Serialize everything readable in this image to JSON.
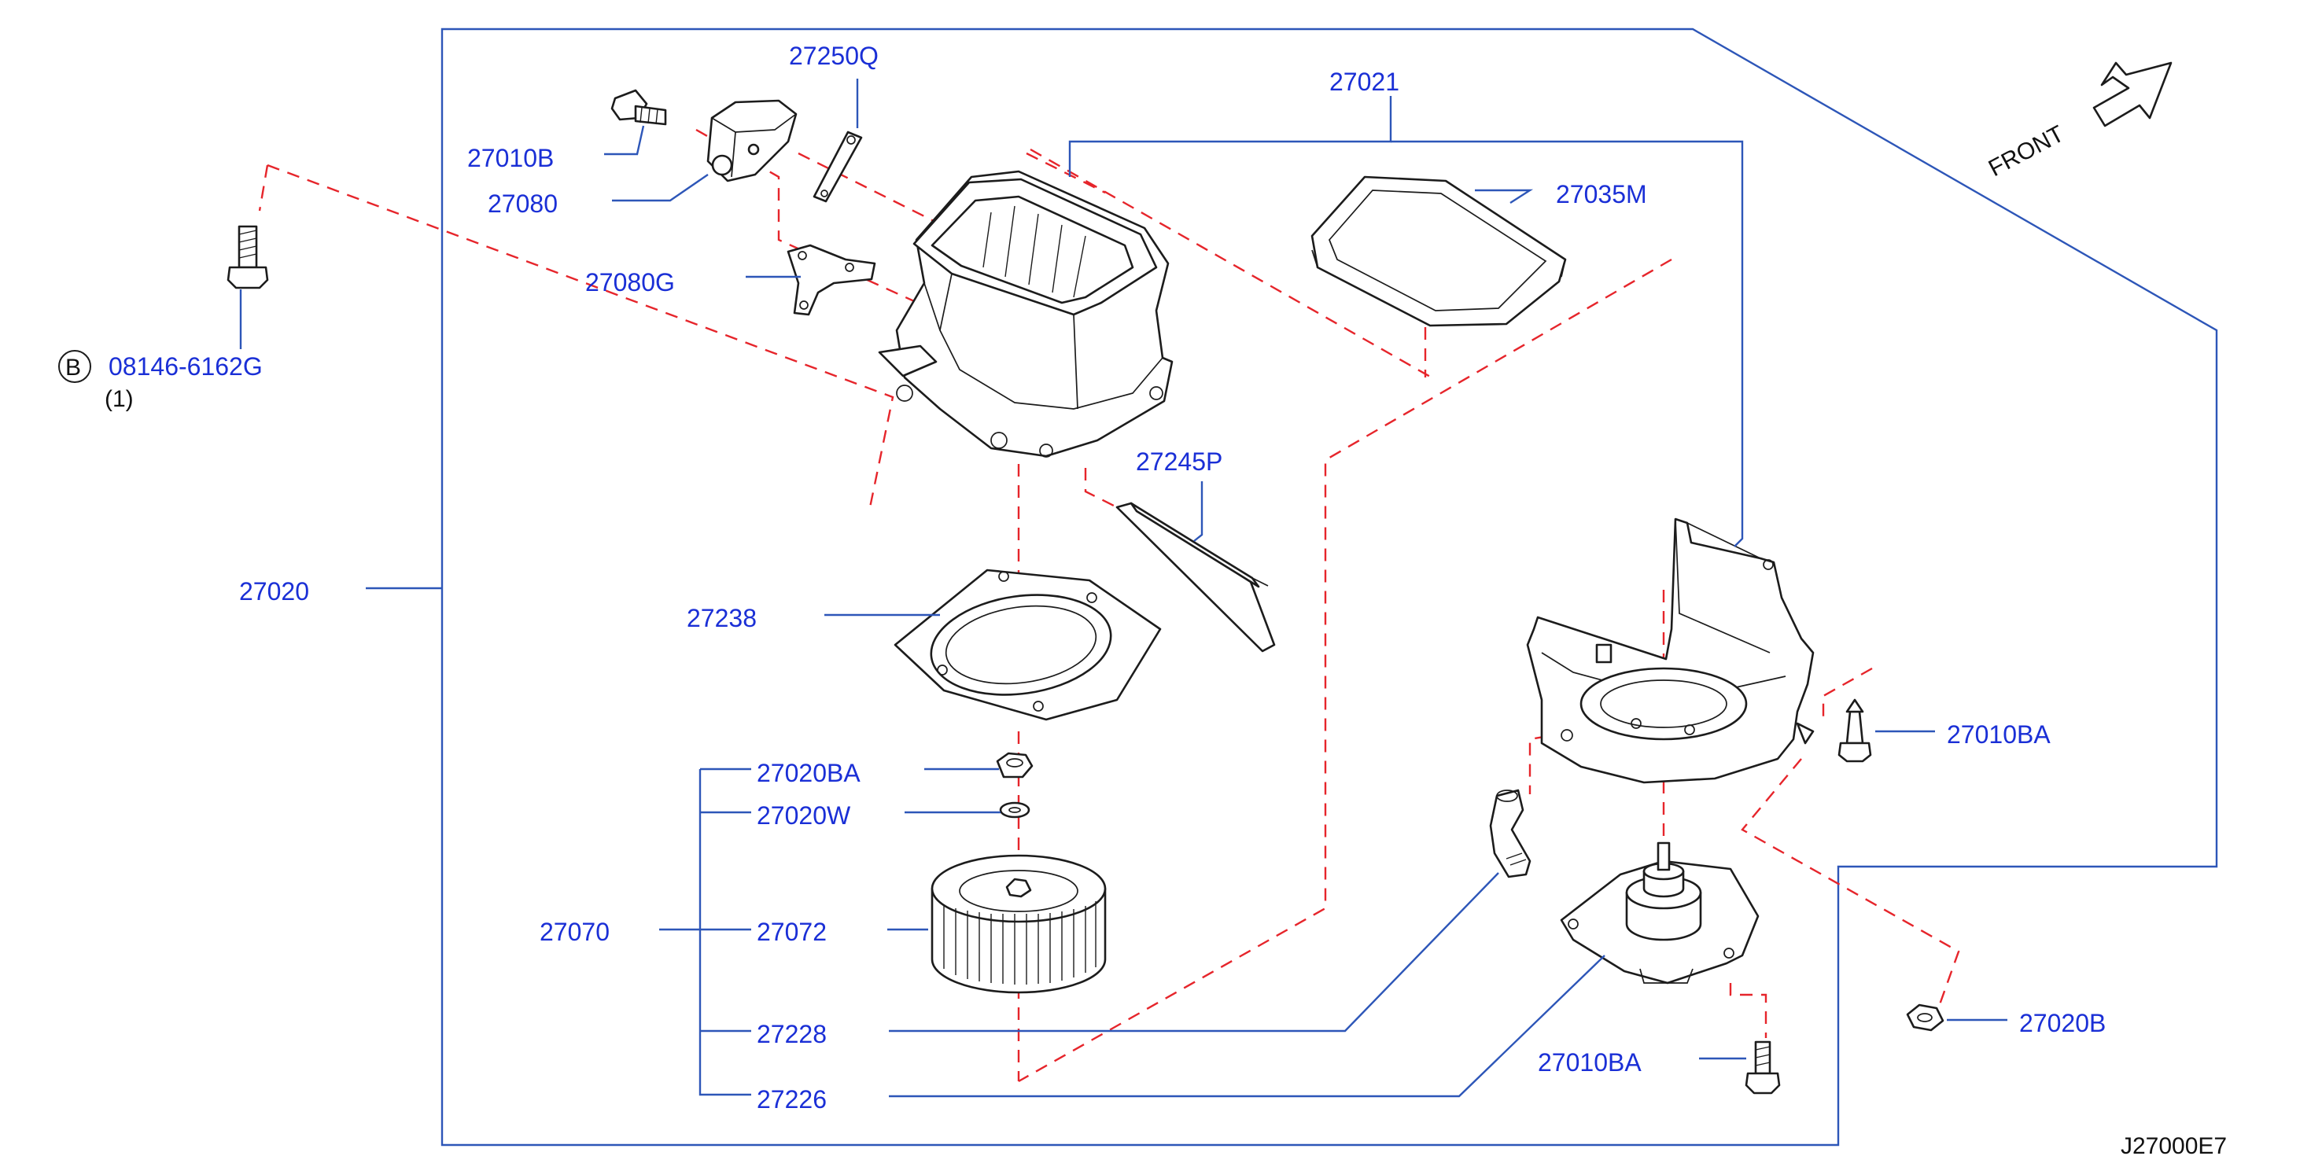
{
  "callouts": {
    "p27250Q": "27250Q",
    "p27021": "27021",
    "p27010B": "27010B",
    "p27080": "27080",
    "p27035M": "27035M",
    "p27080G": "27080G",
    "p08146": "08146-6162G",
    "p08146_qty": "(1)",
    "p08146_badge": "B",
    "p27245P": "27245P",
    "p27020": "27020",
    "p27238": "27238",
    "p27010BA_right": "27010BA",
    "p27020BA": "27020BA",
    "p27020W": "27020W",
    "p27070": "27070",
    "p27072": "27072",
    "p27020B": "27020B",
    "p27228": "27228",
    "p27010BA_bottom": "27010BA",
    "p27226": "27226"
  },
  "front_label": "FRONT",
  "diagram_code": "J27000E7",
  "colors": {
    "part_number": "#1a2fd6",
    "leader_line": "#2d56b8",
    "dashed_guide": "#e6252b",
    "drawing": "#1c1c1c"
  }
}
